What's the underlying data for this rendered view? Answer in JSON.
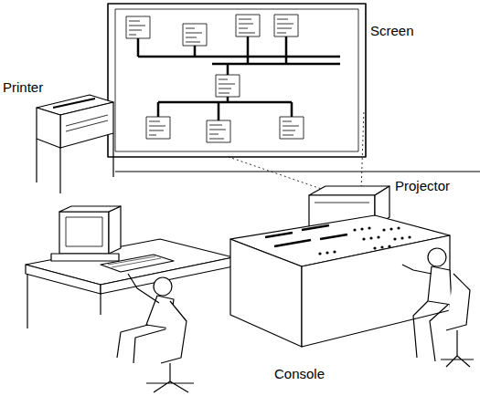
{
  "diagram": {
    "labels": [
      "Screen",
      "Printer",
      "Projector",
      "Console"
    ]
  }
}
